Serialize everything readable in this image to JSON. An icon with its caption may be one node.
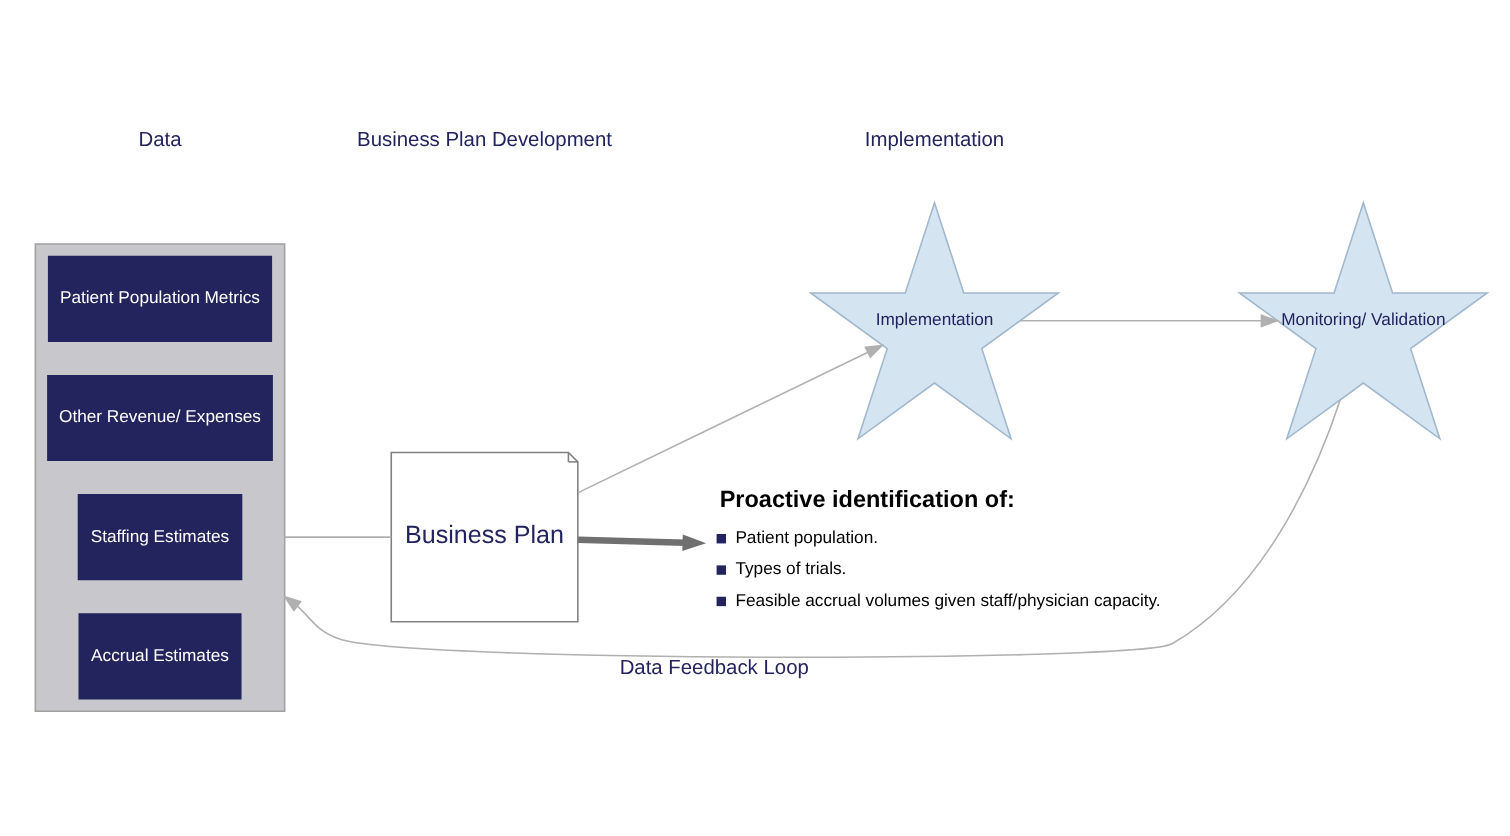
{
  "diagram": {
    "nodes": [
      {
        "text": [],
        "shape": "box"
      },
      {
        "text": [
          "Accrual Estimates"
        ],
        "in": 0
      },
      {
        "text": [
          "Staffing Estimates"
        ],
        "in": 0
      },
      {
        "text": [
          "Other Revenue/ Expenses"
        ],
        "in": 0
      },
      {
        "text": [
          "Patient Population Metrics"
        ],
        "in": 0
      },
      {
        "text": [
          "Business Plan"
        ]
      },
      {
        "text": [
          "Implementation"
        ]
      },
      {
        "text": [
          "Monitoring/ Validation"
        ]
      },
      {
        "text": [
          "Proactive identification of:",
          "Patient population.",
          "Types of trials.",
          "Feasible accrual volumes given staff/physician capacity."
        ]
      }
    ],
    "edges": [
      {
        "from": 0,
        "to": 5,
        "arrow": "none",
        "color": "#b0b0b0"
      },
      {
        "from": 5,
        "to": 6,
        "arrow": "to",
        "color": "#b0b0b0"
      },
      {
        "from": 6,
        "to": 7,
        "arrow": "to",
        "color": "#b0b0b0"
      },
      {
        "from": 5,
        "to": 8,
        "arrow": "to",
        "style": "thick",
        "color": "#707070"
      },
      {
        "from": 7,
        "to": 0,
        "arrow": "to",
        "label": "Data Feedback Loop",
        "color": "#b0b0b0"
      }
    ],
    "labels": [
      "Data",
      "Business Plan Development",
      "Implementation"
    ]
  }
}
